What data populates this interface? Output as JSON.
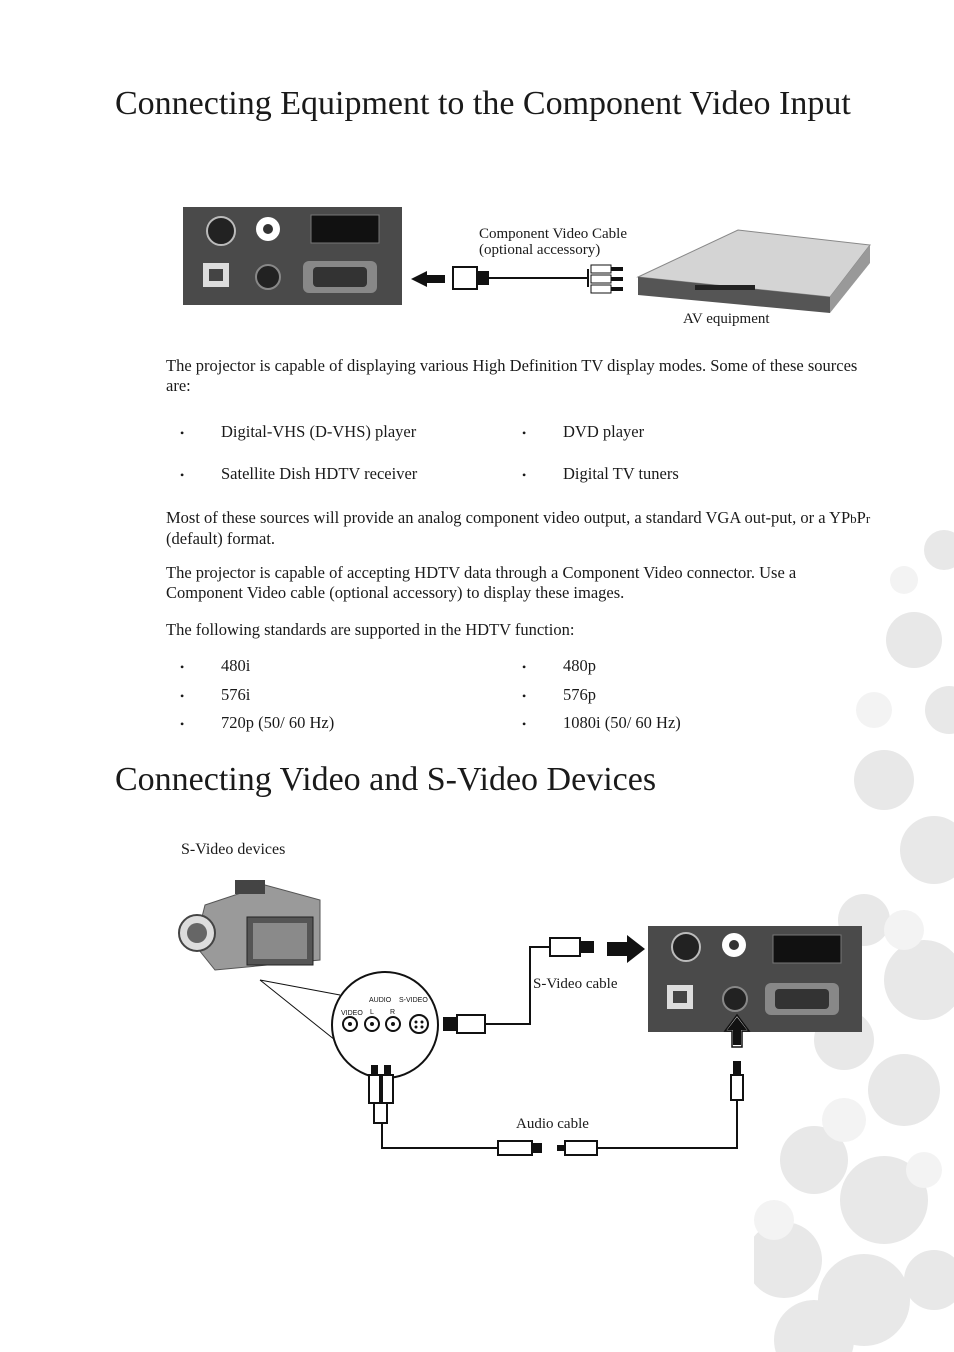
{
  "section1": {
    "title": "Connecting Equipment to the Component Video Input",
    "diagram": {
      "cable_label_line1": "Component Video Cable",
      "cable_label_line2": "(optional accessory)",
      "device_label": "AV equipment"
    },
    "intro": "The projector is capable of displaying various High Definition TV display modes. Some of these sources are:",
    "sources": [
      "Digital-VHS (D-VHS) player",
      "DVD player",
      "Satellite Dish HDTV receiver",
      "Digital TV tuners"
    ],
    "para2_pre": "Most of these sources will provide an analog component video output, a standard VGA out-put, or a YP",
    "para2_b": "b",
    "para2_mid": "P",
    "para2_r": "r",
    "para2_post": " (default) format.",
    "para3": "The projector is capable of accepting HDTV data through a Component Video connector. Use a Component Video cable (optional accessory) to display these images.",
    "para4": "The following standards are supported in the HDTV function:",
    "standards": [
      "480i",
      "480p",
      "576i",
      "576p",
      "720p (50/ 60 Hz)",
      "1080i (50/ 60 Hz)"
    ]
  },
  "section2": {
    "title": "Connecting Video and S-Video Devices",
    "diagram": {
      "devices_label": "S-Video devices",
      "svideo_cable_label": "S-Video cable",
      "audio_cable_label": "Audio cable",
      "jack_audio": "AUDIO",
      "jack_video": "VIDEO",
      "jack_l": "L",
      "jack_r": "R",
      "jack_svideo": "S-VIDEO"
    }
  },
  "colors": {
    "text": "#1a1a1a",
    "panel": "#4a4a4a",
    "bubble": "#e6e6e6"
  },
  "icons": [
    "projector-panel-icon",
    "av-equipment-icon",
    "camcorder-icon",
    "vga-plug-icon",
    "svideo-plug-icon",
    "rca-plug-icon",
    "arrow-icon"
  ]
}
